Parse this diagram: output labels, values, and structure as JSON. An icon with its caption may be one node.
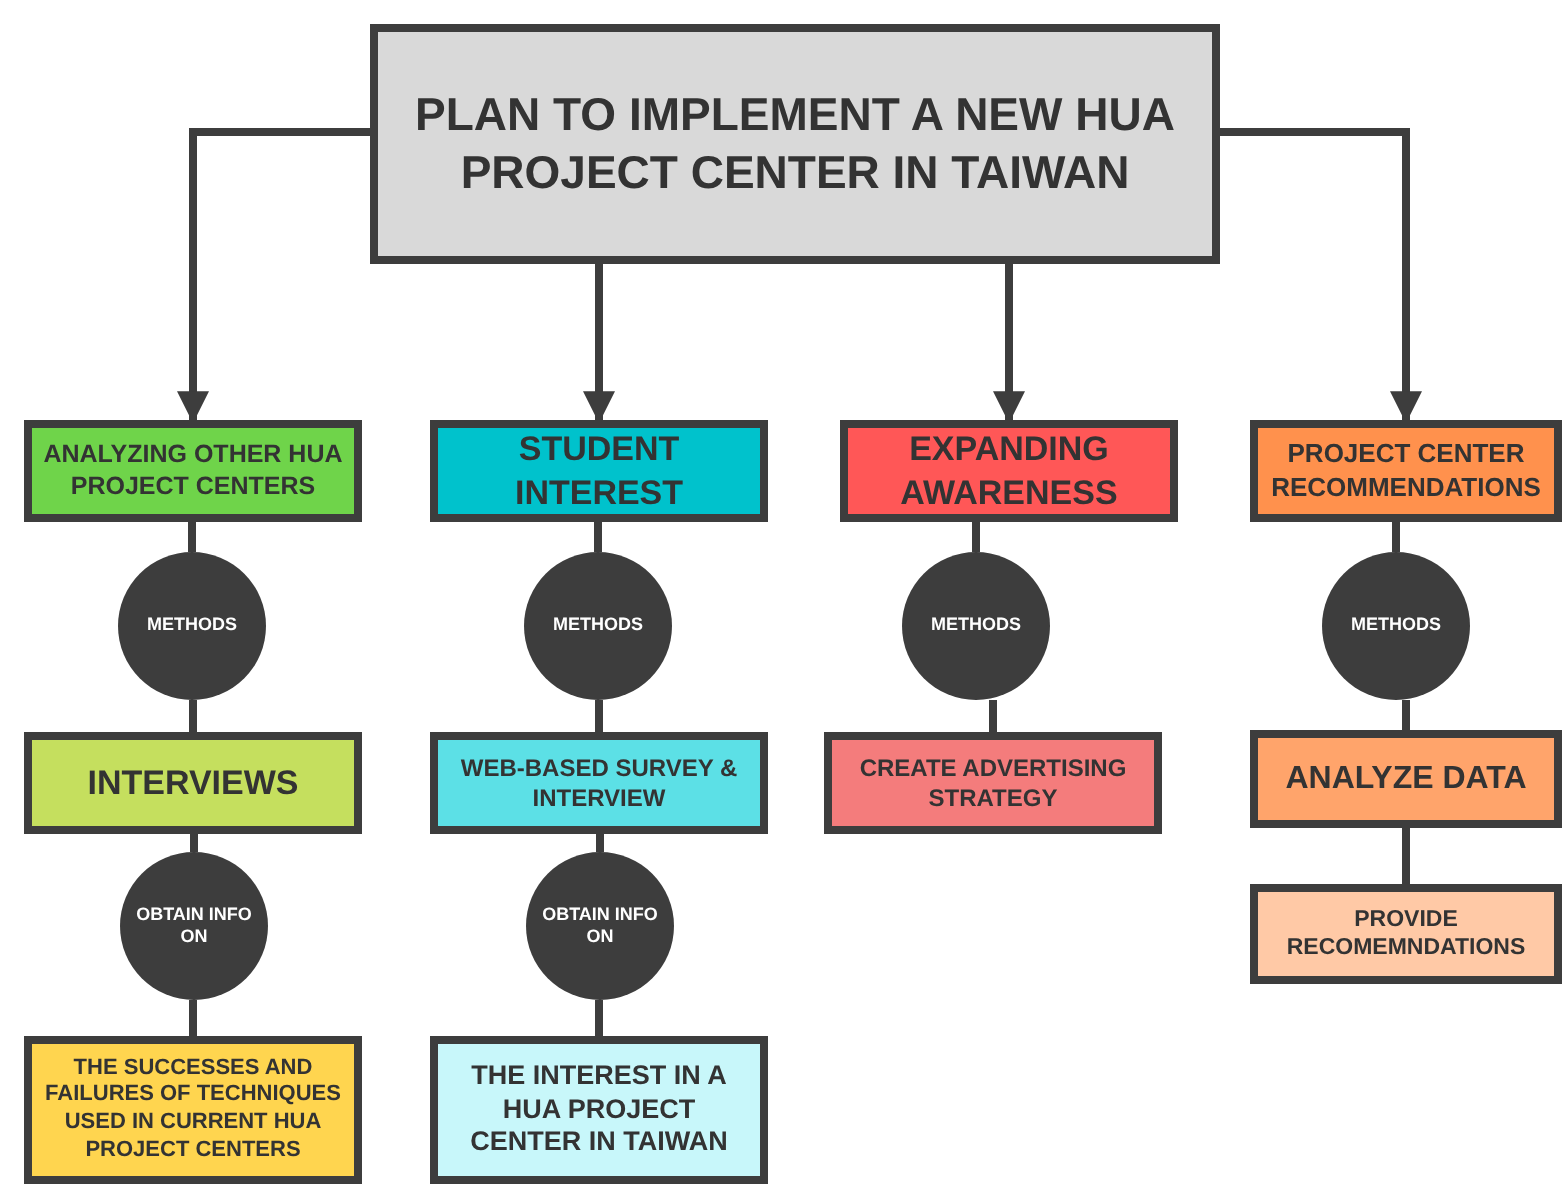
{
  "diagram": {
    "nodes": [
      {
        "text": [
          "PLAN TO IMPLEMENT A NEW HUA PROJECT CENTER IN TAIWAN"
        ]
      },
      {
        "text": [
          "ANALYZING OTHER HUA PROJECT CENTERS"
        ]
      },
      {
        "text": [
          "METHODS"
        ]
      },
      {
        "text": [
          "INTERVIEWS"
        ]
      },
      {
        "text": [
          "OBTAIN INFO ON"
        ]
      },
      {
        "text": [
          "THE SUCCESSES AND FAILURES OF TECHNIQUES USED IN CURRENT HUA PROJECT CENTERS"
        ]
      },
      {
        "text": [
          "STUDENT INTEREST"
        ]
      },
      {
        "text": [
          "METHODS"
        ]
      },
      {
        "text": [
          "WEB-BASED SURVEY & INTERVIEW"
        ]
      },
      {
        "text": [
          "OBTAIN INFO ON"
        ]
      },
      {
        "text": [
          "THE INTEREST IN A HUA PROJECT CENTER IN TAIWAN"
        ]
      },
      {
        "text": [
          "EXPANDING AWARENESS"
        ]
      },
      {
        "text": [
          "METHODS"
        ]
      },
      {
        "text": [
          "CREATE ADVERTISING STRATEGY"
        ]
      },
      {
        "text": [
          "PROJECT CENTER RECOMMENDATIONS"
        ]
      },
      {
        "text": [
          "METHODS"
        ]
      },
      {
        "text": [
          "ANALYZE DATA"
        ]
      },
      {
        "text": [
          "PROVIDE RECOMEMNDATIONS"
        ]
      }
    ],
    "edges": [
      {
        "from": 0,
        "to": 1,
        "arrow": "to"
      },
      {
        "from": 0,
        "to": 6,
        "arrow": "to"
      },
      {
        "from": 0,
        "to": 11,
        "arrow": "to"
      },
      {
        "from": 0,
        "to": 14,
        "arrow": "to"
      },
      {
        "from": 1,
        "to": 2,
        "arrow": "none"
      },
      {
        "from": 2,
        "to": 3,
        "arrow": "none"
      },
      {
        "from": 3,
        "to": 4,
        "arrow": "none"
      },
      {
        "from": 4,
        "to": 5,
        "arrow": "none"
      },
      {
        "from": 6,
        "to": 7,
        "arrow": "none"
      },
      {
        "from": 7,
        "to": 8,
        "arrow": "none"
      },
      {
        "from": 8,
        "to": 9,
        "arrow": "none"
      },
      {
        "from": 9,
        "to": 10,
        "arrow": "none"
      },
      {
        "from": 11,
        "to": 12,
        "arrow": "none"
      },
      {
        "from": 12,
        "to": 13,
        "arrow": "none"
      },
      {
        "from": 14,
        "to": 15,
        "arrow": "none"
      },
      {
        "from": 15,
        "to": 16,
        "arrow": "none"
      },
      {
        "from": 16,
        "to": 17,
        "arrow": "none"
      }
    ]
  }
}
